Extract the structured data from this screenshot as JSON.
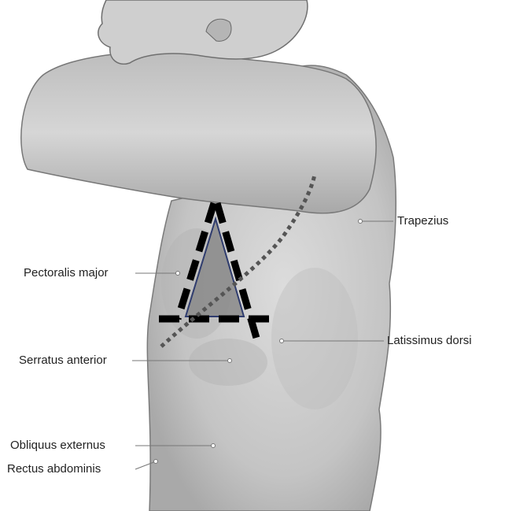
{
  "figure": {
    "labels": {
      "trapezius": "Trapezius",
      "pectoralis_major": "Pectoralis major",
      "latissimus_dorsi": "Latissimus dorsi",
      "serratus_anterior": "Serratus anterior",
      "obliquus_externus": "Obliquus externus",
      "rectus_abdominis": "Rectus abdominis"
    },
    "colors": {
      "triangle_fill": "#8a8a8a",
      "triangle_outline": "#2f3c6e",
      "dashed_lines": "#000000",
      "dotted_curve": "#555555",
      "leader_lines": "#777777"
    }
  }
}
